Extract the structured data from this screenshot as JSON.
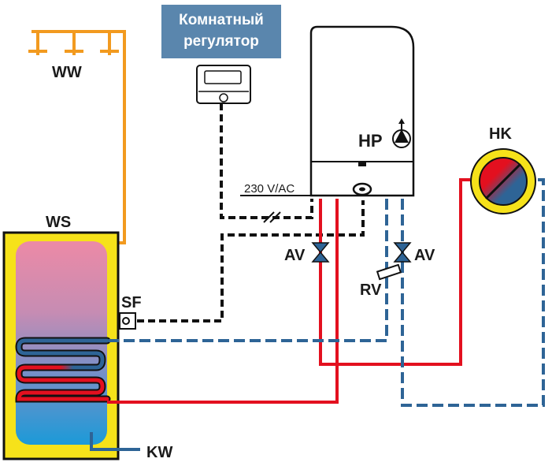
{
  "labels": {
    "ww": "WW",
    "room_controller_line1": "Комнатный",
    "room_controller_line2": "регулятор",
    "voltage": "230 V/AC",
    "hp": "HP",
    "hk": "HK",
    "ws": "WS",
    "sf": "SF",
    "av_left": "AV",
    "av_right": "AV",
    "rv": "RV",
    "kw": "KW"
  },
  "colors": {
    "hot": "#e3101f",
    "cold": "#2e6496",
    "dhw": "#f29a1f",
    "control": "#111111",
    "tank_frame": "#f6e21a",
    "label_box": "#5a86ad"
  }
}
